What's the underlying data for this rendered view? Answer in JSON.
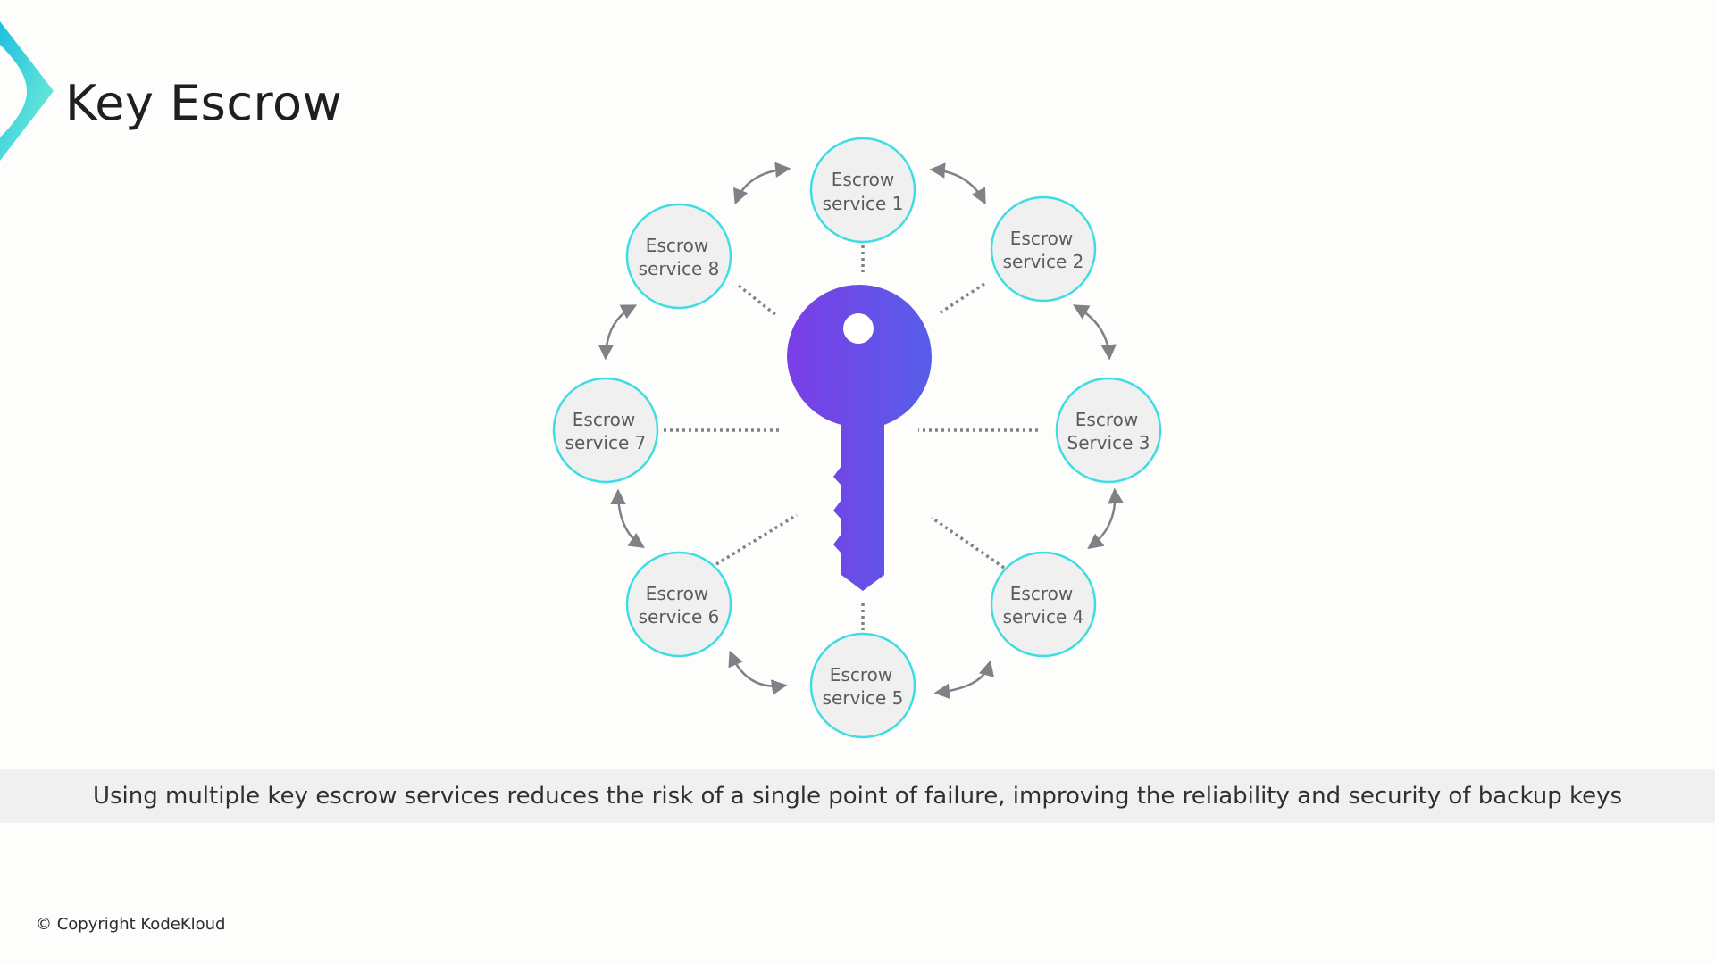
{
  "title": "Key Escrow",
  "services": [
    {
      "line1": "Escrow",
      "line2": "service 1"
    },
    {
      "line1": "Escrow",
      "line2": "service 2"
    },
    {
      "line1": "Escrow",
      "line2": "Service 3"
    },
    {
      "line1": "Escrow",
      "line2": "service 4"
    },
    {
      "line1": "Escrow",
      "line2": "service 5"
    },
    {
      "line1": "Escrow",
      "line2": "service 6"
    },
    {
      "line1": "Escrow",
      "line2": "service 7"
    },
    {
      "line1": "Escrow",
      "line2": "service 8"
    }
  ],
  "caption": "Using multiple key escrow services reduces the risk of a single point of failure, improving the reliability and security of backup keys",
  "copyright": "© Copyright KodeKloud",
  "colors": {
    "circle_stroke": "#3fdde3",
    "circle_fill": "#f0f0f1",
    "key_gradient_start": "#7a3ee6",
    "key_gradient_end": "#5a5ce8",
    "connector": "#7f8186",
    "logo_start": "#23c4e0",
    "logo_end": "#6ff0d8"
  }
}
